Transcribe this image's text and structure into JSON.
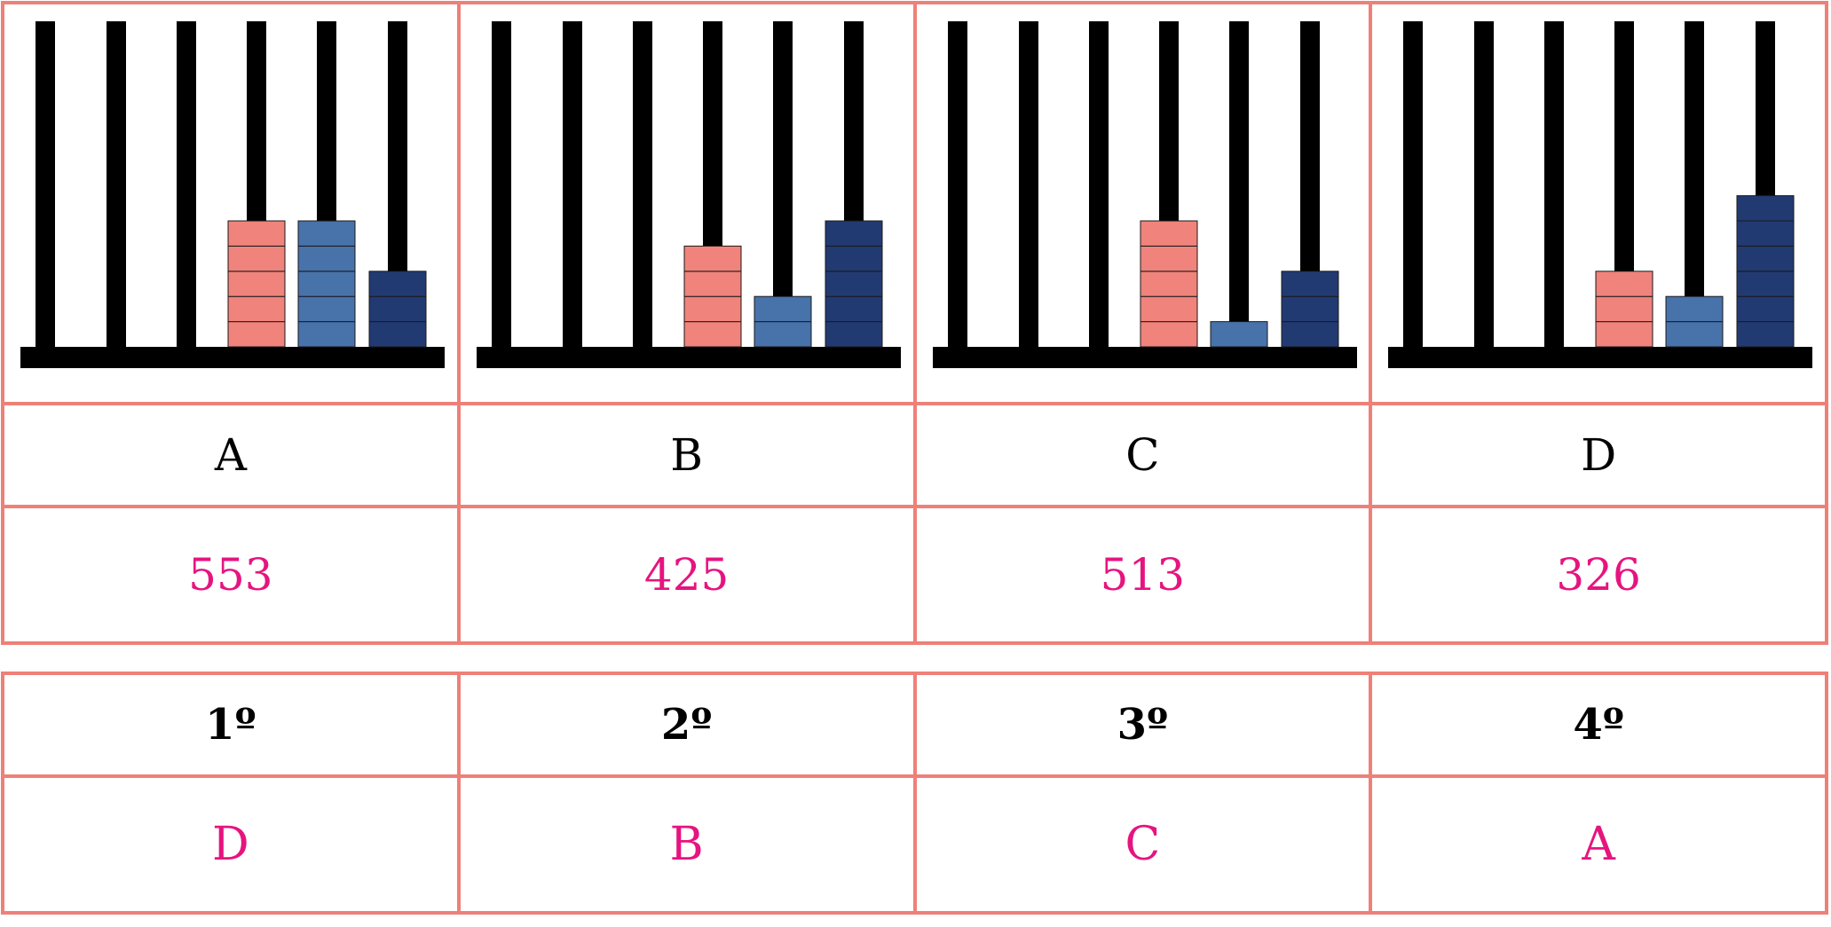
{
  "abaci": [
    {
      "id": "A",
      "hundreds": 5,
      "tens": 5,
      "units": 3
    },
    {
      "id": "B",
      "hundreds": 4,
      "tens": 2,
      "units": 5
    },
    {
      "id": "C",
      "hundreds": 5,
      "tens": 1,
      "units": 3
    },
    {
      "id": "D",
      "hundreds": 3,
      "tens": 2,
      "units": 6
    }
  ],
  "colors": {
    "border": "#ee8078",
    "rod": "#000000",
    "hundreds_bead": "#f0837b",
    "tens_bead": "#4872aa",
    "units_bead": "#223a72",
    "answer_text": "#e6147f"
  },
  "letters": [
    "A",
    "B",
    "C",
    "D"
  ],
  "numbers": [
    "553",
    "425",
    "513",
    "326"
  ],
  "ordinals": [
    "1º",
    "2º",
    "3º",
    "4º"
  ],
  "order": [
    "D",
    "B",
    "C",
    "A"
  ]
}
